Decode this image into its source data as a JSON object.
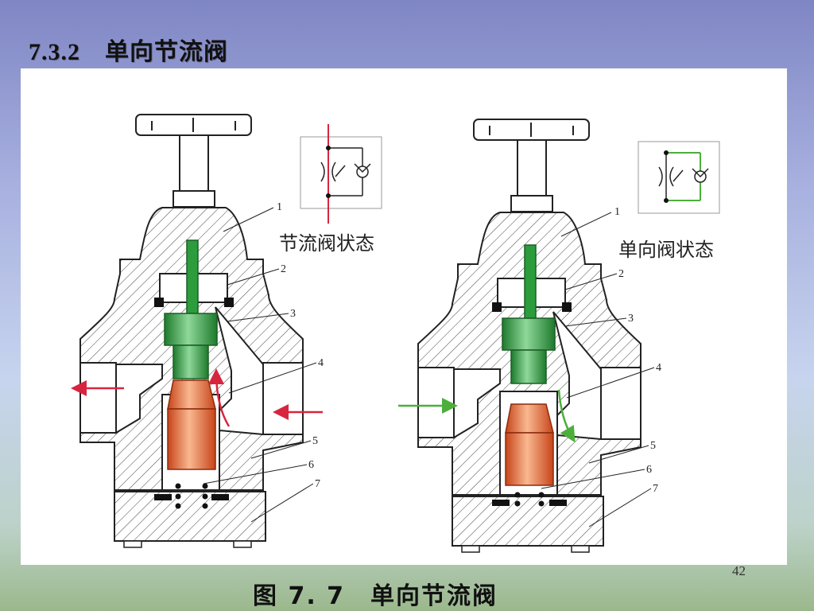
{
  "slide": {
    "title": "7.3.2　单向节流阀",
    "page_number": "42",
    "caption": "图  7. 7　单向节流阀"
  },
  "left_view": {
    "state_label": "节流阀状态",
    "part_numbers": [
      "1",
      "2",
      "3",
      "4",
      "5",
      "6",
      "7"
    ]
  },
  "right_view": {
    "state_label": "单向阀状态",
    "part_numbers": [
      "1",
      "2",
      "3",
      "4",
      "5",
      "6",
      "7"
    ]
  },
  "colors": {
    "stem": "#2c9c3c",
    "spool": "#e0622f",
    "flow_left": "#d8253f",
    "flow_right": "#4caf3c"
  }
}
